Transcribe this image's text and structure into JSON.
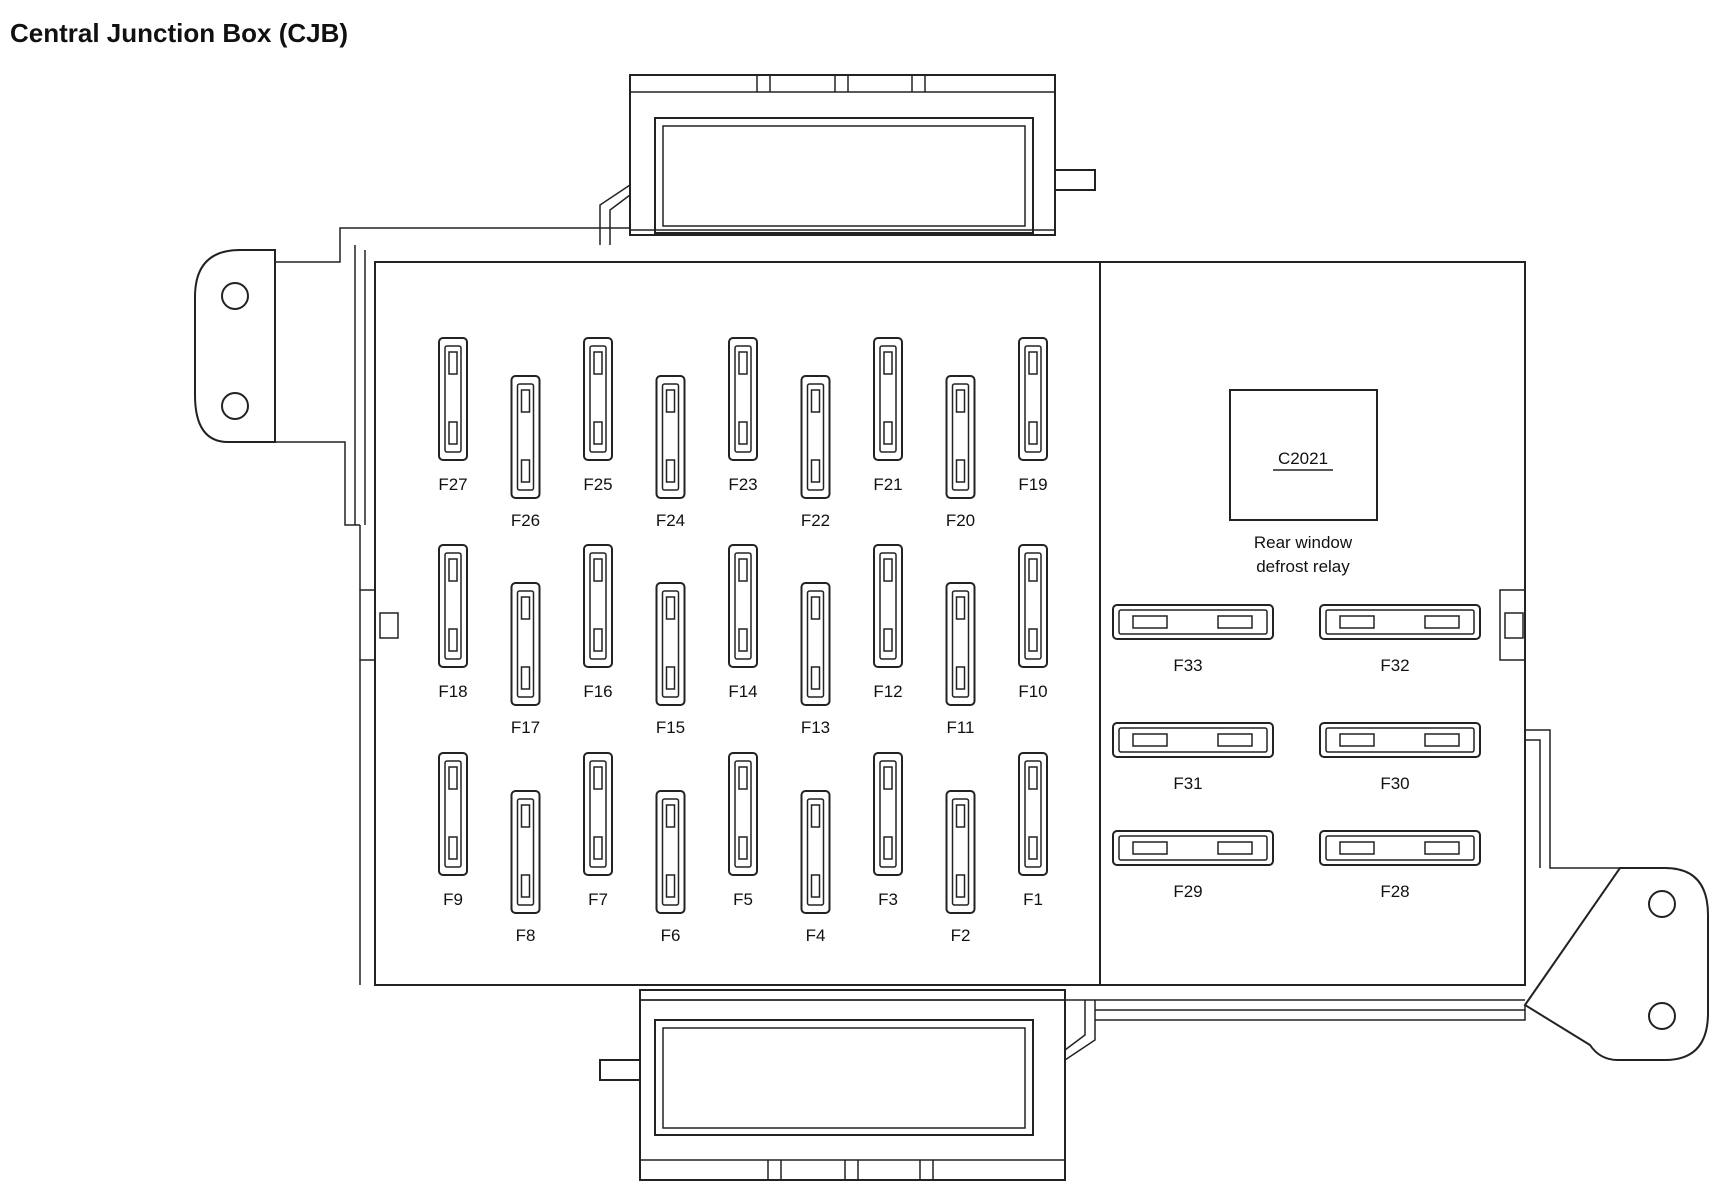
{
  "title": "Central Junction Box (CJB)",
  "relay": {
    "connector": "C2021",
    "label_line1": "Rear window",
    "label_line2": "defrost relay"
  },
  "fuse_rows": [
    [
      "F27",
      "F26",
      "F25",
      "F24",
      "F23",
      "F22",
      "F21",
      "F20",
      "F19"
    ],
    [
      "F18",
      "F17",
      "F16",
      "F15",
      "F14",
      "F13",
      "F12",
      "F11",
      "F10"
    ],
    [
      "F9",
      "F8",
      "F7",
      "F6",
      "F5",
      "F4",
      "F3",
      "F2",
      "F1"
    ]
  ],
  "maxi_fuses": [
    [
      "F33",
      "F32"
    ],
    [
      "F31",
      "F30"
    ],
    [
      "F29",
      "F28"
    ]
  ]
}
